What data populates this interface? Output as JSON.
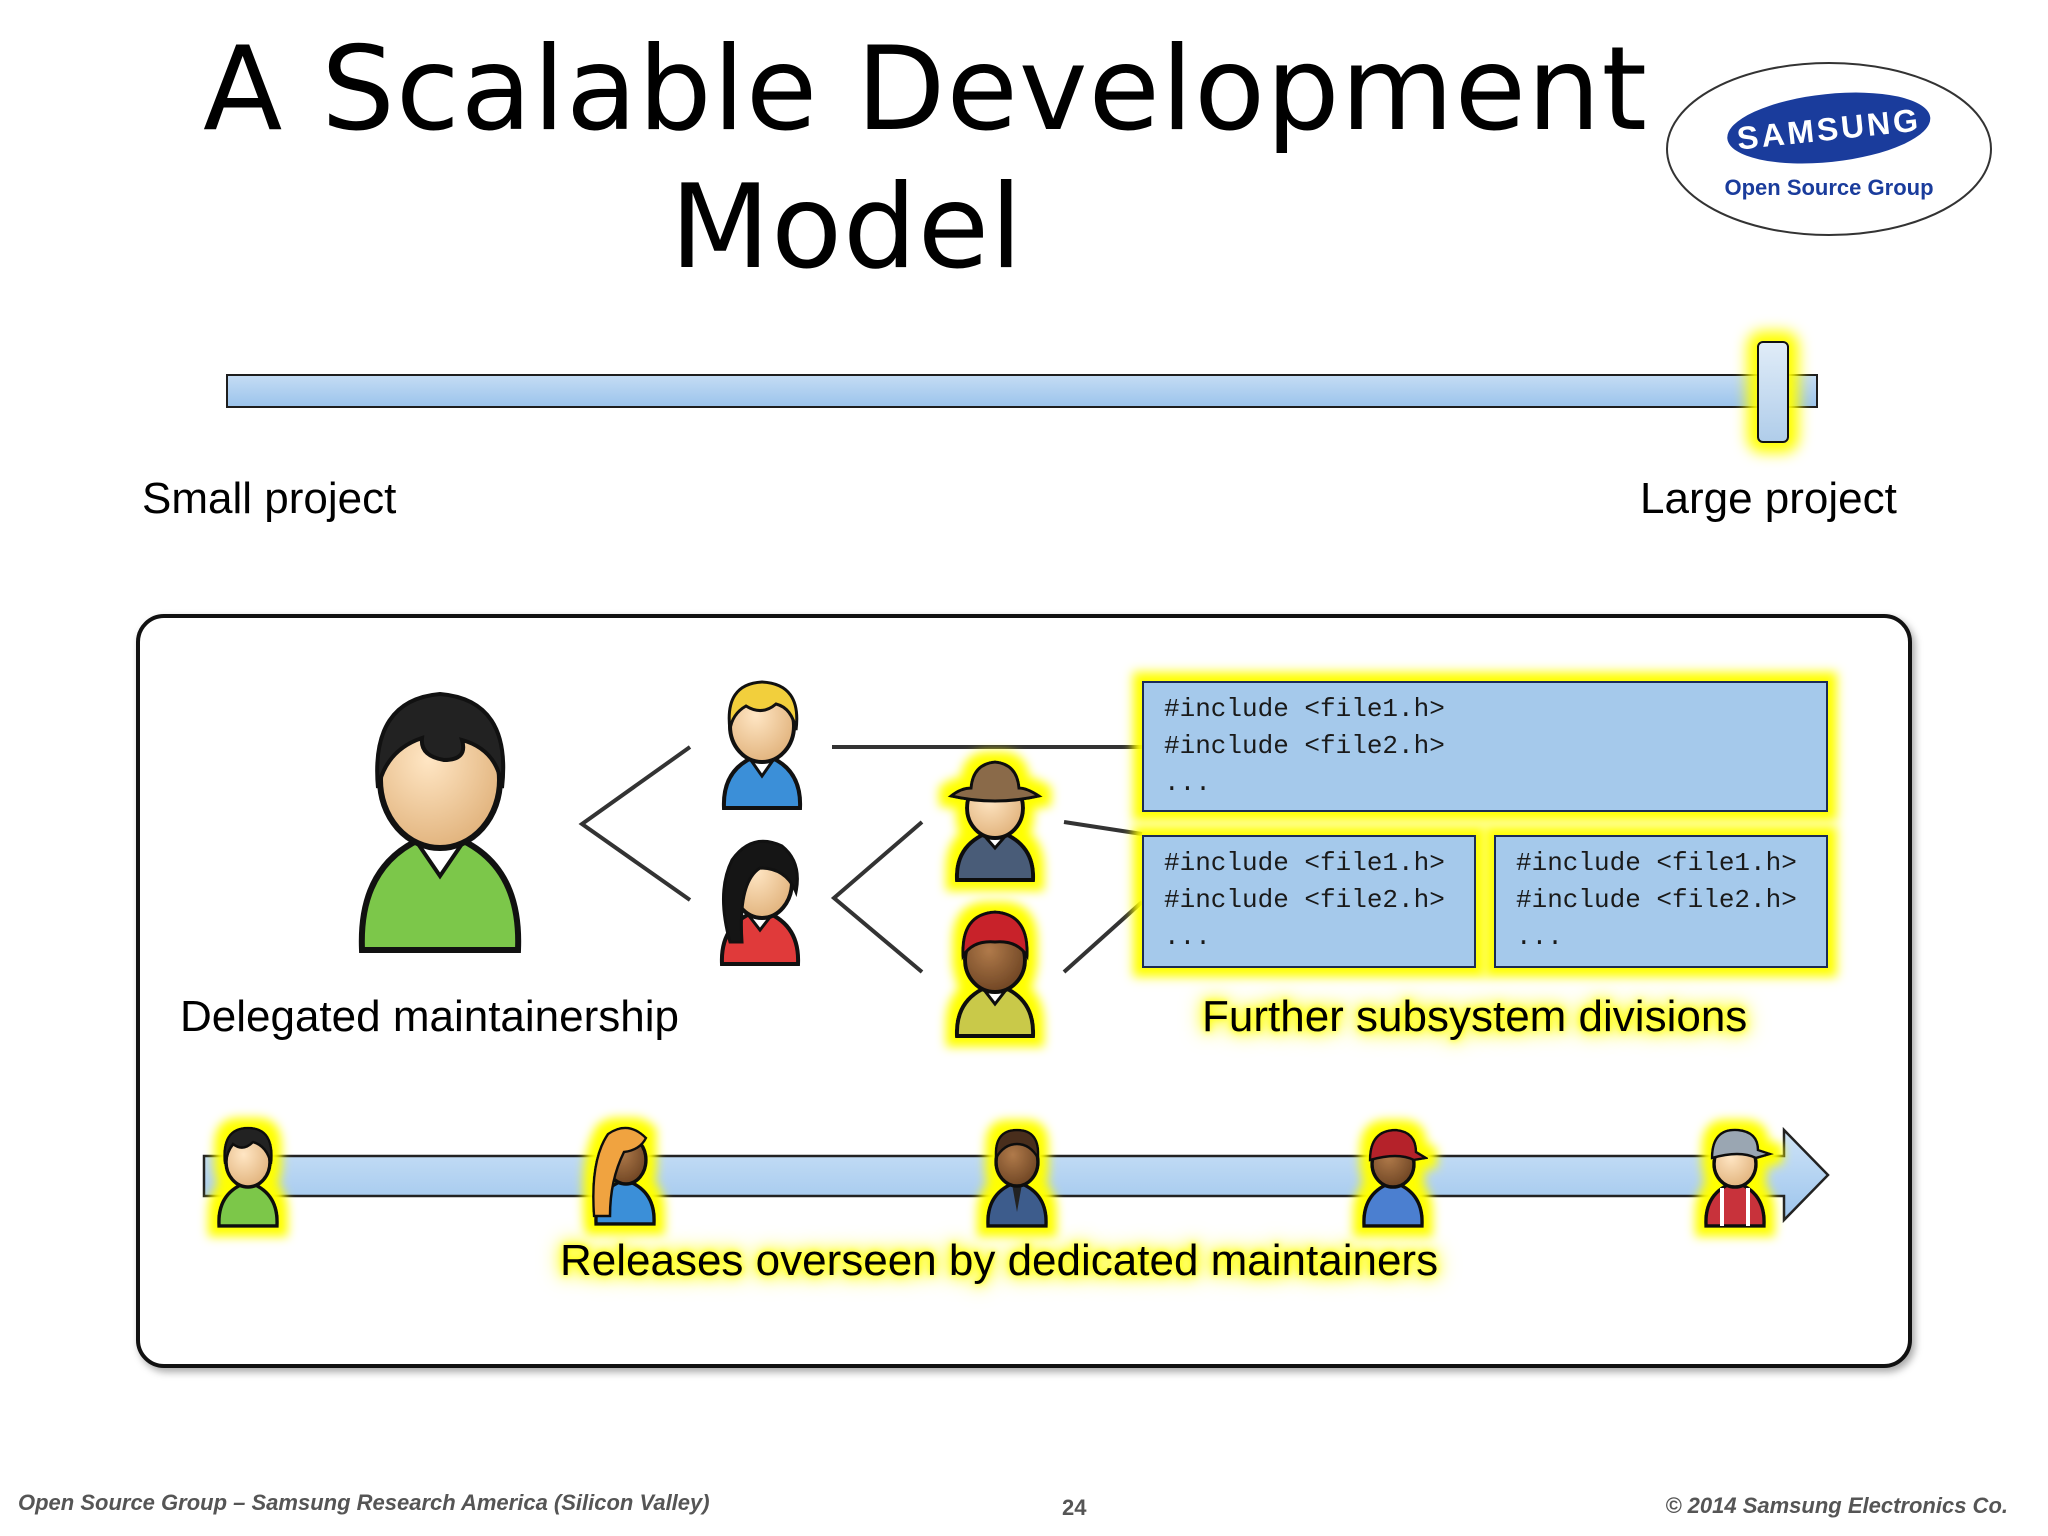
{
  "slide": {
    "title_line1": "A Scalable Development",
    "title_line2": "Model",
    "slider_left_label": "Small project",
    "slider_right_label": "Large project",
    "slider_value_percent": 97
  },
  "logo": {
    "brand": "SAMSUNG",
    "subtitle": "Open Source Group",
    "brand_color": "#1a3c9c"
  },
  "diagram": {
    "delegated_label": "Delegated maintainership",
    "subsystem_label": "Further subsystem divisions",
    "releases_label": "Releases overseen by dedicated maintainers",
    "code_top": "#include <file1.h>\n#include <file2.h>\n...",
    "code_left": "#include <file1.h>\n#include <file2.h>\n...",
    "code_right": "#include <file1.h>\n#include <file2.h>\n...",
    "highlight_color": "#ffff00",
    "box_color": "#a5c9eb",
    "icons": [
      "person-icon-large-green",
      "person-icon-blonde-blue",
      "person-icon-dark-hair-red",
      "person-icon-cowboy-hat",
      "person-icon-red-cap",
      "person-icon-green-small",
      "person-icon-orange-hair",
      "person-icon-suit",
      "person-icon-red-cap-blue",
      "person-icon-gray-cap-red"
    ]
  },
  "footer": {
    "left": "Open Source Group –  Samsung Research America (Silicon Valley)",
    "page_number": "24",
    "right": "© 2014 Samsung Electronics Co."
  }
}
